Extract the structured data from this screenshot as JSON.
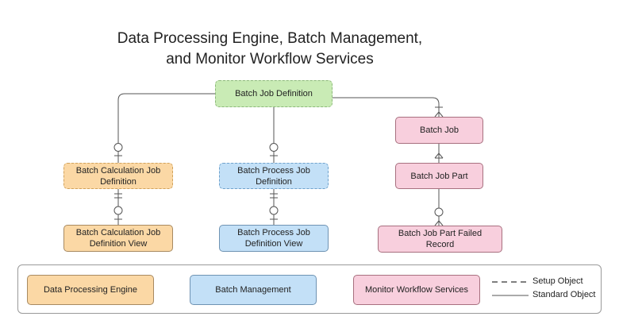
{
  "title": {
    "line1": "Data Processing Engine, Batch Management,",
    "line2": "and Monitor Workflow Services"
  },
  "nodes": {
    "batch_job_definition": "Batch Job Definition",
    "batch_calculation_job_definition": "Batch Calculation Job Definition",
    "batch_process_job_definition": "Batch Process Job Definition",
    "batch_calculation_job_definition_view": "Batch Calculation Job Definition View",
    "batch_process_job_definition_view": "Batch Process Job Definition View",
    "batch_job": "Batch Job",
    "batch_job_part": "Batch Job Part",
    "batch_job_part_failed_record": "Batch Job Part Failed Record"
  },
  "legend": {
    "data_processing_engine": "Data Processing Engine",
    "batch_management": "Batch Management",
    "monitor_workflow_services": "Monitor Workflow Services",
    "setup_object": "Setup Object",
    "standard_object": "Standard Object"
  },
  "colors": {
    "data_processing_engine": "#fbd8a5",
    "batch_management": "#c3e0f7",
    "monitor_workflow_services": "#f8cfdd",
    "batch_job_definition": "#c9ebb5"
  }
}
